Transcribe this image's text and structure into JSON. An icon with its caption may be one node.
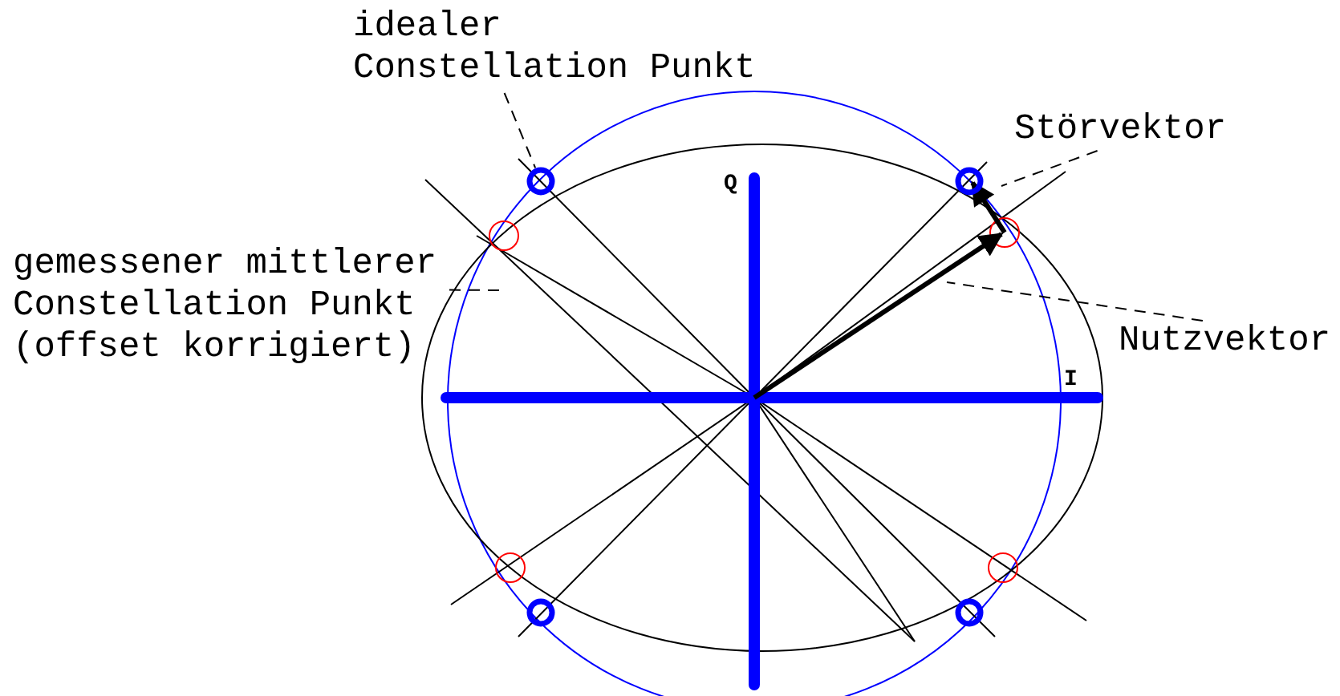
{
  "diagram": {
    "nodes": [
      {
        "text": [
          "idealer Constellation Punkt"
        ]
      },
      {
        "text": [],
        "shape": "circle"
      },
      {
        "text": [
          "gemessener mittlerer Constellation Punkt (offset korrigiert)"
        ]
      },
      {
        "text": [
          "Störvektor"
        ]
      },
      {
        "text": [
          "Nutzvektor"
        ]
      },
      {
        "text": [],
        "shape": "circle"
      },
      {
        "text": [],
        "shape": "circle"
      },
      {
        "text": [],
        "shape": "circle"
      }
    ],
    "edges": [
      {
        "from": 0,
        "to": 1,
        "arrow": "none",
        "style": "dashed"
      },
      {
        "from": 2,
        "to": null,
        "arrow": "none",
        "style": "dashed"
      },
      {
        "from": 3,
        "to": null,
        "arrow": "none",
        "style": "dashed"
      },
      {
        "from": 4,
        "to": null,
        "arrow": "none",
        "style": "dashed"
      }
    ],
    "labels": [
      "Q",
      "I"
    ]
  }
}
